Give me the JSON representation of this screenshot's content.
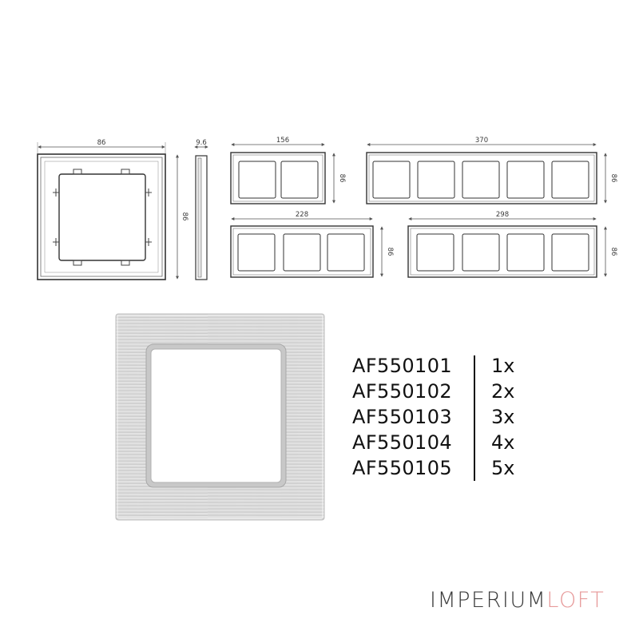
{
  "dimensions": {
    "single_width": "86",
    "single_height": "86",
    "depth": "9.6",
    "double_width": "156",
    "double_height": "86",
    "quintuple_width": "370",
    "quintuple_height": "86",
    "triple_width": "228",
    "triple_height": "86",
    "quadruple_width": "298",
    "quadruple_height": "86"
  },
  "models": [
    {
      "code": "AF550101",
      "gangs": "1x"
    },
    {
      "code": "AF550102",
      "gangs": "2x"
    },
    {
      "code": "AF550103",
      "gangs": "3x"
    },
    {
      "code": "AF550104",
      "gangs": "4x"
    },
    {
      "code": "AF550105",
      "gangs": "5x"
    }
  ],
  "brand": {
    "part1": "IMPERIUM",
    "part2": "LOFT"
  },
  "colors": {
    "brand_dark": "#3b3b3b",
    "brand_accent": "#e79a9a",
    "line": "#333333",
    "frame_metal": "#d8d8d8"
  }
}
